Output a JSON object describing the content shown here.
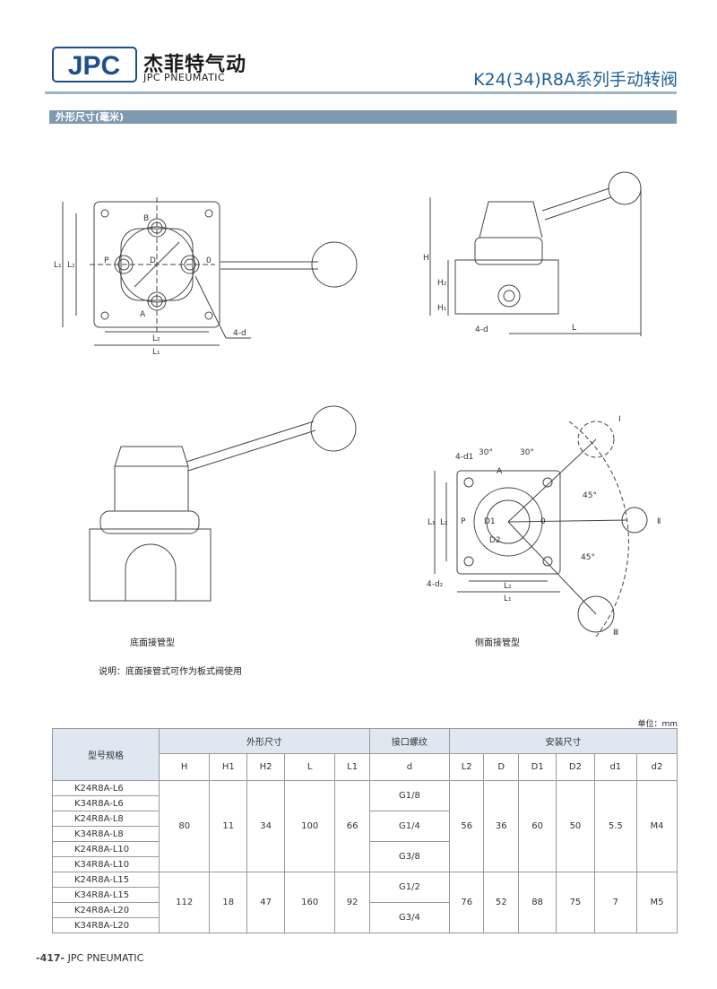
{
  "brand": {
    "logo_text": "JPC",
    "name_cn": "杰菲特气动",
    "name_en": "JPC PNEUMATIC"
  },
  "page_title": "K24(34)R8A系列手动转阀",
  "section_title": "外形尺寸(毫米)",
  "drawing_labels": {
    "top_view": {
      "B": "B",
      "P": "P",
      "O": "0",
      "A": "A",
      "D": "D",
      "L1": "L₁",
      "L2": "L₂",
      "hole": "4-d"
    },
    "side_view": {
      "H": "H",
      "H1": "H₁",
      "H2": "H₂",
      "L": "L",
      "hole": "4-d"
    },
    "bottom_view_caption": "底面接管型",
    "side_port_caption": "侧面接管型",
    "side_port": {
      "d1": "4-d1",
      "d2": "4-d₂",
      "a30a": "30°",
      "a30b": "30°",
      "a45a": "45°",
      "a45b": "45°",
      "A": "A",
      "P": "P",
      "O": "0",
      "D1": "D1",
      "D2": "D2",
      "L1": "L₁",
      "L2": "L₂",
      "pos1": "Ⅰ",
      "pos2": "Ⅱ",
      "pos3": "Ⅲ"
    }
  },
  "note": "说明：底面接管式可作为板式阀使用",
  "unit_label": "单位：mm",
  "table": {
    "header_model": "型号规格",
    "group_dims": "外形尺寸",
    "group_port": "接口螺纹",
    "group_mount": "安装尺寸",
    "cols": [
      "H",
      "H1",
      "H2",
      "L",
      "L1",
      "d",
      "L2",
      "D",
      "D1",
      "D2",
      "d1",
      "d2"
    ],
    "groups": [
      {
        "models": [
          "K24R8A-L6",
          "K34R8A-L6",
          "K24R8A-L8",
          "K34R8A-L8",
          "K24R8A-L10",
          "K34R8A-L10"
        ],
        "H": "80",
        "H1": "11",
        "H2": "34",
        "L": "100",
        "L1": "66",
        "threads": [
          "G1/8",
          "G1/4",
          "G3/8"
        ],
        "L2": "56",
        "D": "36",
        "D1": "60",
        "D2": "50",
        "d1": "5.5",
        "d2": "M4"
      },
      {
        "models": [
          "K24R8A-L15",
          "K34R8A-L15",
          "K24R8A-L20",
          "K34R8A-L20"
        ],
        "H": "112",
        "H1": "18",
        "H2": "47",
        "L": "160",
        "L1": "92",
        "threads": [
          "G1/2",
          "G3/4"
        ],
        "L2": "76",
        "D": "52",
        "D1": "88",
        "D2": "75",
        "d1": "7",
        "d2": "M5"
      }
    ]
  },
  "footer": {
    "page_num": "-417-",
    "brand": "JPC PNEUMATIC"
  }
}
